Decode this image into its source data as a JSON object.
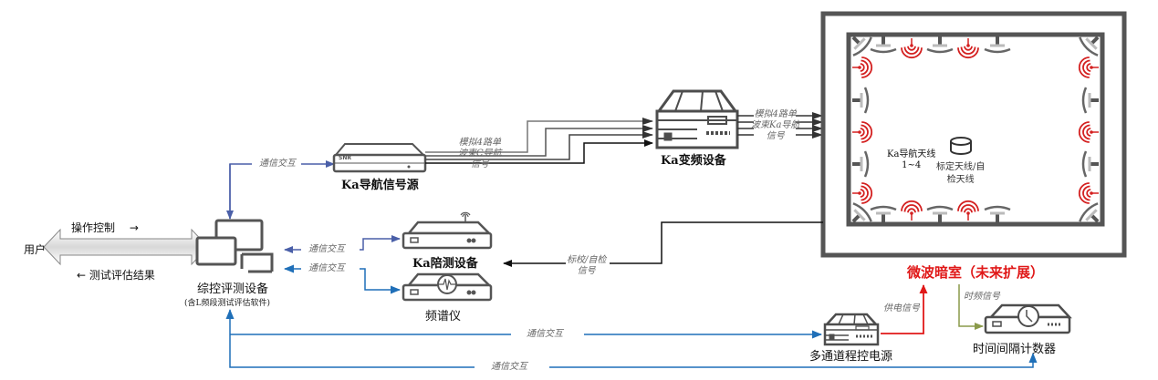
{
  "diagram": {
    "user": {
      "label": "用户"
    },
    "user_link": {
      "op_control": "操作控制",
      "op_arrow": "→",
      "result_arrow": "←",
      "result": "测试评估结果"
    },
    "controller": {
      "title": "综控评测设备",
      "subtitle": "(含L频段测试评估软件)"
    },
    "signal_source": {
      "title": "Ka导航信号源",
      "badge": "SNR"
    },
    "freq_converter": {
      "title": "Ka变频设备"
    },
    "companion": {
      "title": "Ka陪测设备"
    },
    "spectrum": {
      "title": "频谱仪"
    },
    "power_supply": {
      "title": "多通道程控电源"
    },
    "counter": {
      "title": "时间间隔计数器"
    },
    "chamber": {
      "title": "微波暗室（未来扩展）",
      "nav_antenna_line1": "Ka导航天线",
      "nav_antenna_line2": "1~4",
      "cal_antenna_line1": "标定天线/自",
      "cal_antenna_line2": "检天线"
    },
    "edges": {
      "comm_to_source": "通信交互",
      "comm_companion": "通信交互",
      "comm_spectrum": "通信交互",
      "comm_power": "通信交互",
      "comm_counter": "通信交互",
      "c_band_line1": "模拟4路单",
      "c_band_line2": "波束C导航",
      "c_band_line3": "信号",
      "ka_band_line1": "模拟4路单",
      "ka_band_line2": "波束Ka导航",
      "ka_band_line3": "信号",
      "cal_line1": "标校/自检",
      "cal_line2": "信号",
      "power_signal": "供电信号",
      "time_signal": "时频信号"
    },
    "colors": {
      "comm_blue": "#4a5fa8",
      "comm_blue2": "#1f6fb8",
      "power_red": "#e01818",
      "time_green": "#8a9a4a",
      "device_gray": "#4d4d4d",
      "antenna_red": "#d42020"
    }
  }
}
